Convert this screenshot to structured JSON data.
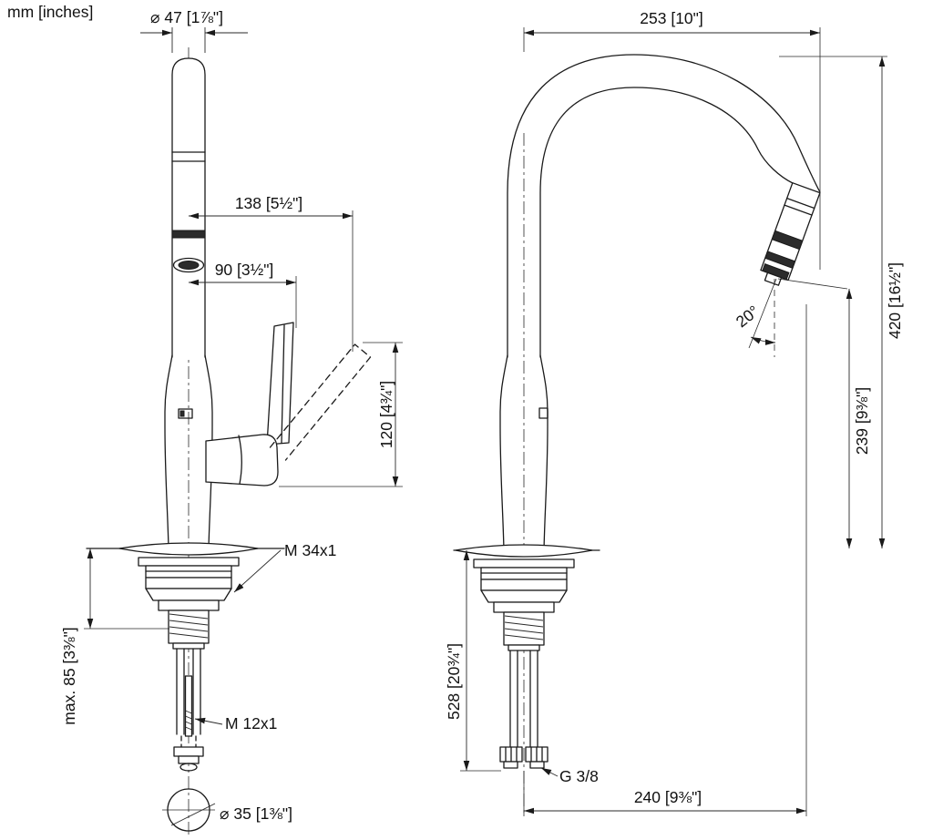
{
  "drawing": {
    "units_label": "mm [inches]",
    "colors": {
      "line": "#1a1a1a",
      "background": "#ffffff"
    },
    "front_view": {
      "spout_diameter": "⌀ 47 [1⅞\"]",
      "handle_reach_max": "138 [5½\"]",
      "handle_reach": "90 [3½\"]",
      "handle_height": "120 [4¾\"]",
      "mounting_thread": "M 34x1",
      "max_counter_thickness": "max. 85 [3⅜\"]",
      "rod_thread": "M 12x1",
      "hole_diameter": "⌀ 35 [1⅜\"]"
    },
    "side_view": {
      "reach": "253 [10\"]",
      "spray_angle": "20°",
      "total_height": "420 [16½\"]",
      "outlet_height": "239 [9⅜\"]",
      "hose_length": "528 [20¾\"]",
      "supply_connection": "G 3/8",
      "outlet_reach": "240 [9⅜\"]"
    }
  }
}
